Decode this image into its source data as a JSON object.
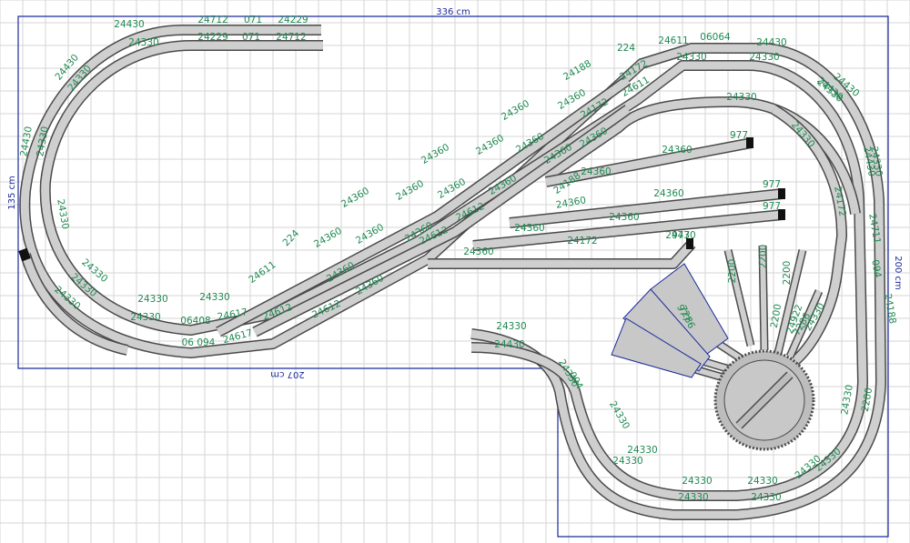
{
  "colors": {
    "grid": "#d6d6d6",
    "border": "#1a2a9c",
    "track_fill": "#cfcfcf",
    "track_edge": "#4a4a4a",
    "label": "#1f8a52",
    "turntable_fill": "#c8c8c8"
  },
  "dimensions": {
    "top": "336 cm",
    "left": "135 cm",
    "right": "200 cm",
    "bottom": "207 cm"
  },
  "labels": [
    "24430",
    "24712",
    "071",
    "24229",
    "24330",
    "24229",
    "071",
    "24712",
    "24430",
    "24330",
    "24430",
    "24330",
    "24330",
    "24330",
    "24330",
    "24330",
    "24330",
    "24330",
    "24330",
    "06408",
    "24617",
    "06 094",
    "24617",
    "24612",
    "24612",
    "224",
    "24611",
    "24360",
    "24360",
    "24360",
    "24360",
    "24360",
    "24360",
    "24360",
    "24360",
    "24360",
    "24360",
    "24360",
    "24360",
    "24360",
    "24360",
    "24360",
    "24360",
    "24188",
    "24612",
    "24612",
    "24172",
    "24360",
    "24188",
    "224",
    "24172",
    "24611",
    "06064",
    "24611",
    "24330",
    "24330",
    "24330",
    "24430",
    "24430",
    "24430",
    "24430",
    "24330",
    "24330",
    "24330",
    "24172",
    "24711",
    "094",
    "24188",
    "24330",
    "24360",
    "24360",
    "24360",
    "24360",
    "24360",
    "24360",
    "24172",
    "977",
    "977",
    "977",
    "977",
    "24430",
    "24330",
    "24430",
    "24330",
    "094",
    "24330",
    "24330",
    "24330",
    "24330",
    "24330",
    "24330",
    "24330",
    "24330",
    "24330",
    "24330",
    "2200",
    "2200",
    "2200",
    "2200",
    "2200",
    "24922",
    "7286",
    "7286",
    "977"
  ]
}
